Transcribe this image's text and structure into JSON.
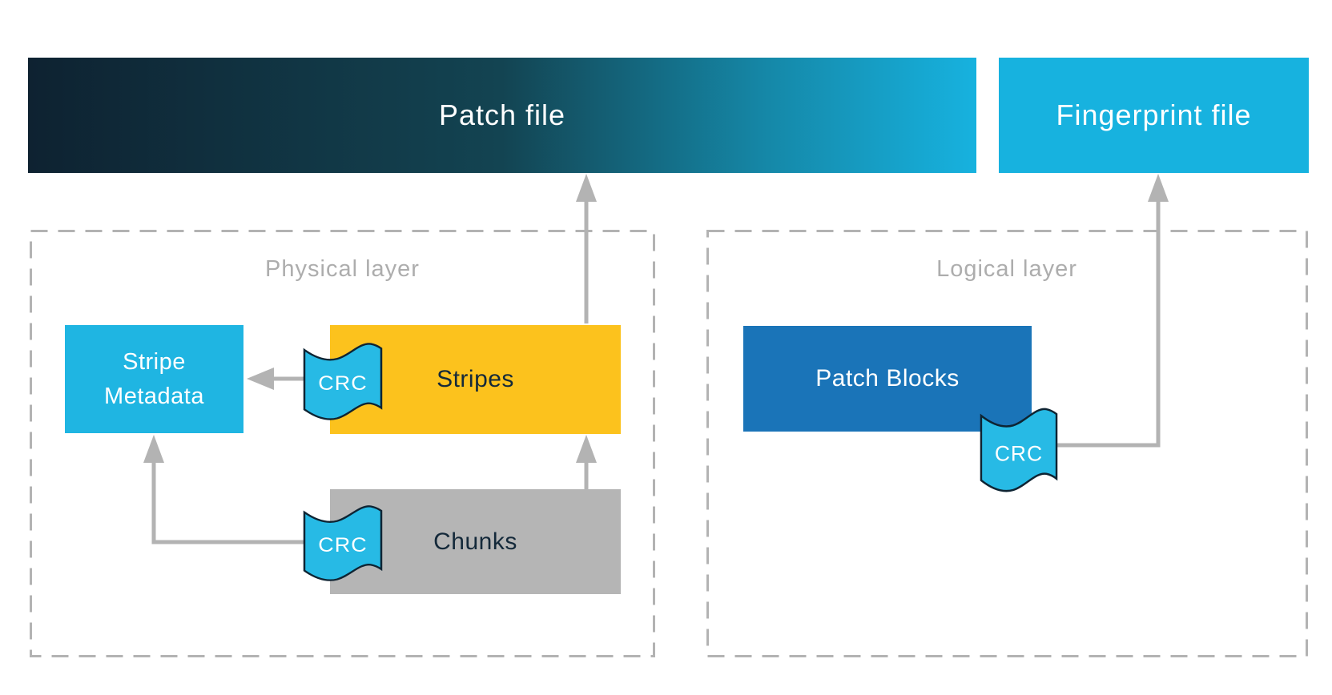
{
  "files": {
    "patch_file": "Patch file",
    "fingerprint_file": "Fingerprint file"
  },
  "layers": {
    "physical": "Physical layer",
    "logical": "Logical layer"
  },
  "nodes": {
    "stripe_metadata": "Stripe Metadata",
    "stripes": "Stripes",
    "chunks": "Chunks",
    "patch_blocks": "Patch Blocks"
  },
  "badges": {
    "crc": "CRC"
  },
  "colors": {
    "navy_dark": "#0e2231",
    "cyan_bar": "#17b2df",
    "cyan_node": "#1fb5e2",
    "cyan_flag": "#27bae5",
    "yellow": "#fcc21d",
    "gray_box": "#b5b5b5",
    "blue": "#1a74b8",
    "line_gray": "#b3b3b3",
    "label_gray": "#adadad",
    "ink": "#14293a",
    "flag_outline": "#0e2433"
  }
}
